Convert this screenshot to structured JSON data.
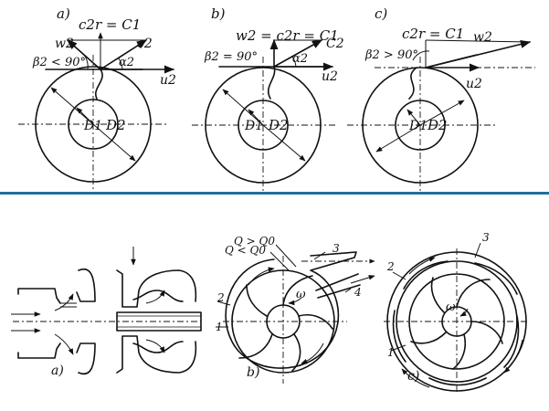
{
  "colors": {
    "divider": "#1f6f9a",
    "ink": "#111111",
    "background": "#ffffff"
  },
  "top": {
    "a": {
      "tag": "a)",
      "eq": "c2r = C1",
      "w": "w2",
      "c": "c2",
      "beta": "β2 < 90°",
      "alpha": "α2",
      "u": "u2",
      "D1": "D1",
      "D2": "D2"
    },
    "b": {
      "tag": "b)",
      "eq": "w2 = c2r = C1",
      "c": "C2",
      "beta": "β2 = 90°",
      "alpha": "α2",
      "u": "u2",
      "D1": "D1",
      "D2": "D2"
    },
    "c": {
      "tag": "c)",
      "eq": "c2r = C1",
      "w": "w2",
      "beta": "β2 > 90°",
      "u": "u2",
      "D1": "D1",
      "D2": "D2"
    }
  },
  "bottom": {
    "a": {
      "tag": "a)"
    },
    "b": {
      "tag": "b)",
      "q_gt": "Q > Q0",
      "q_lt": "Q < Q0",
      "omega": "ω",
      "n1": "1",
      "n2": "2",
      "n3": "3",
      "n4": "4"
    },
    "c": {
      "tag": "c)",
      "omega": "ω",
      "n1": "1",
      "n2": "2",
      "n3": "3"
    }
  }
}
